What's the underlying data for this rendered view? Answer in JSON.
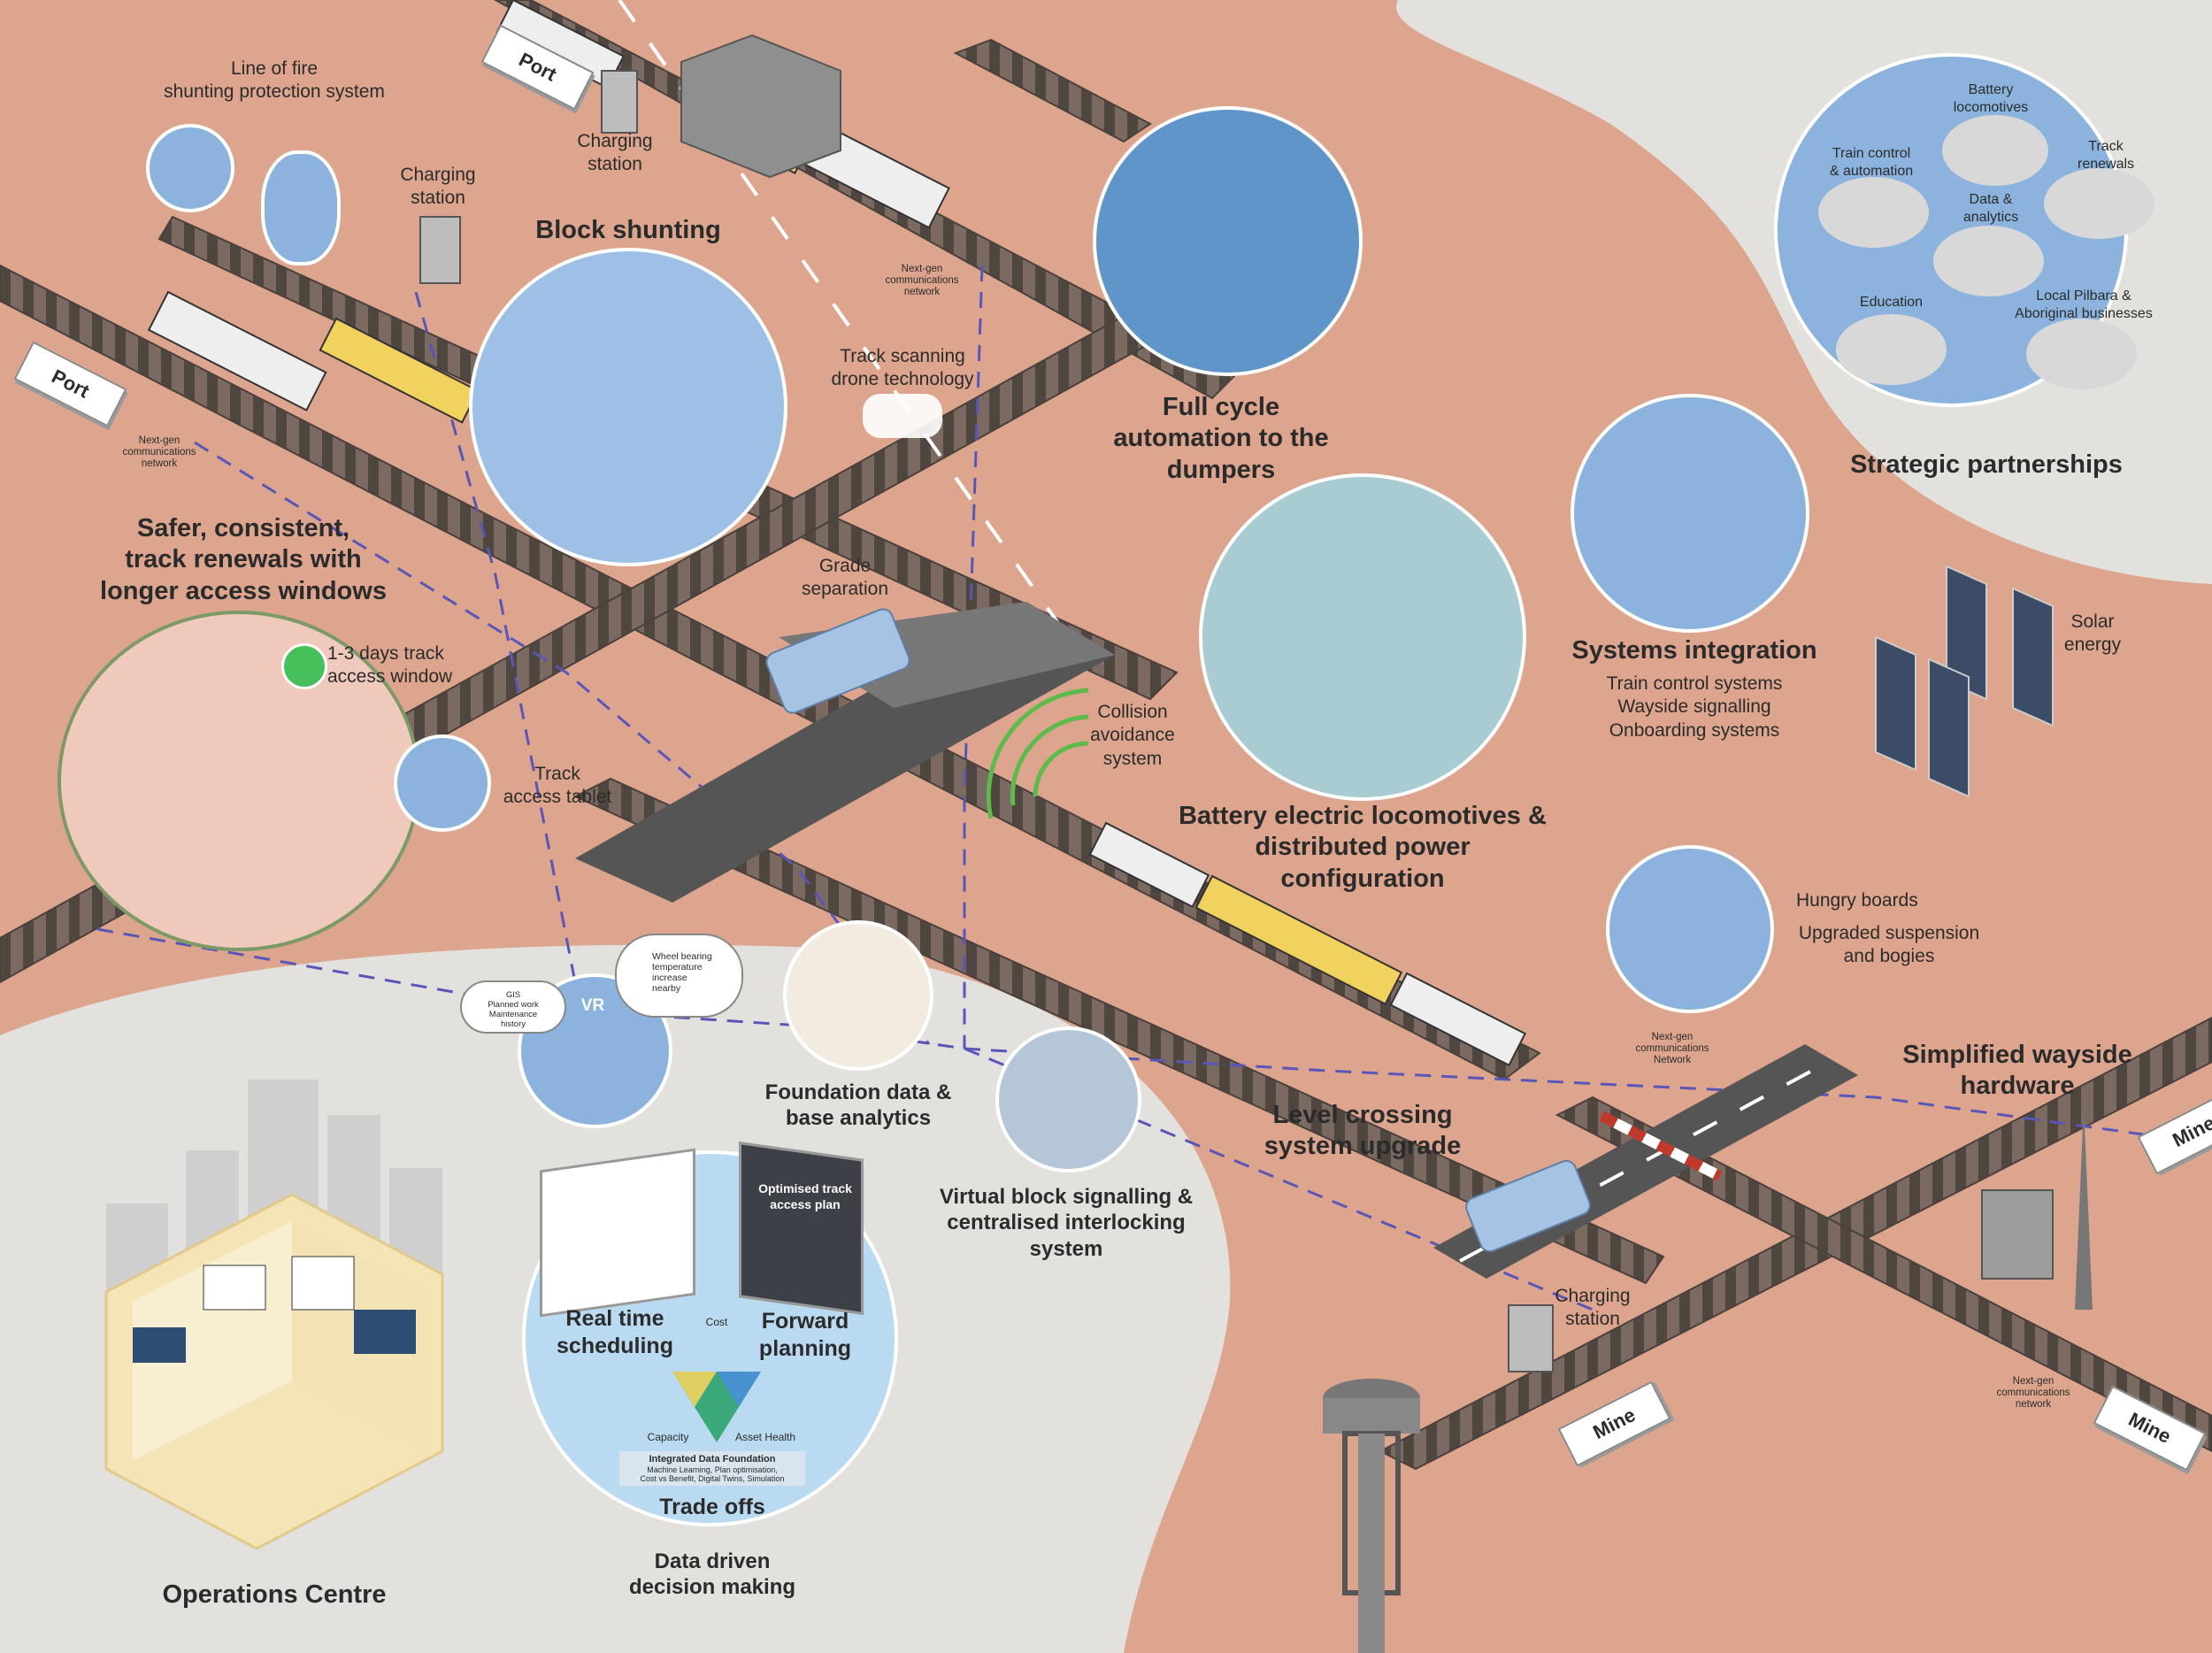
{
  "labels": {
    "line_of_fire": [
      "Line of fire",
      "shunting protection system"
    ],
    "charging_top": [
      "Charging",
      "station"
    ],
    "charging_left": [
      "Charging",
      "station"
    ],
    "charging_bottom": [
      "Charging",
      "station"
    ],
    "block_shunting": "Block shunting",
    "port_top": "Port",
    "port_left": "Port",
    "next_gen_left": [
      "Next-gen",
      "communications",
      "network"
    ],
    "next_gen_mid": [
      "Next-gen",
      "communications",
      "network"
    ],
    "next_gen_crossing": [
      "Next-gen",
      "communications",
      "Network"
    ],
    "next_gen_right": [
      "Next-gen",
      "communications",
      "network"
    ],
    "track_renewals": [
      "Safer, consistent,",
      "track renewals with",
      "longer access windows"
    ],
    "access_window": [
      "1-3 days track",
      "access window"
    ],
    "track_tablet": [
      "Track",
      "access tablet"
    ],
    "drone": [
      "Track scanning",
      "drone technology"
    ],
    "full_cycle": [
      "Full cycle",
      "automation to the",
      "dumpers"
    ],
    "grade_sep": [
      "Grade",
      "separation"
    ],
    "collision": [
      "Collision",
      "avoidance",
      "system"
    ],
    "battery": [
      "Battery electric locomotives &",
      "distributed power",
      "configuration"
    ],
    "systems_integration": "Systems integration",
    "systems_items": [
      "Train control systems",
      "Wayside signalling",
      "Onboarding systems"
    ],
    "strategic": "Strategic partnerships",
    "partners": {
      "battery_loco": [
        "Battery",
        "locomotives"
      ],
      "train_control": [
        "Train control",
        "& automation"
      ],
      "track_renewals": [
        "Track",
        "renewals"
      ],
      "data_analytics": [
        "Data &",
        "analytics"
      ],
      "education": "Education",
      "local": [
        "Local Pilbara &",
        "Aboriginal businesses"
      ]
    },
    "solar": [
      "Solar",
      "energy"
    ],
    "hungry": "Hungry boards",
    "suspension": [
      "Upgraded suspension",
      "and bogies"
    ],
    "simplified": [
      "Simplified wayside",
      "hardware"
    ],
    "level_crossing": [
      "Level crossing",
      "system upgrade"
    ],
    "vbs": [
      "Virtual block signalling &",
      "centralised interlocking",
      "system"
    ],
    "foundation": [
      "Foundation data &",
      "base analytics"
    ],
    "vr": "VR",
    "vr_bubble_right": [
      "Wheel bearing",
      "temperature",
      "increase",
      "nearby"
    ],
    "vr_bubble_left": [
      "GIS",
      "Planned work",
      "Maintenance",
      "history"
    ],
    "real_time": [
      "Real time",
      "scheduling"
    ],
    "forward": [
      "Forward",
      "planning"
    ],
    "optimised": [
      "Optimised track",
      "access plan"
    ],
    "cost": "Cost",
    "capacity": "Capacity",
    "asset_health": "Asset Health",
    "integrated_title": "Integrated Data Foundation",
    "integrated_items": [
      "Machine Learning, Plan optimisation,",
      "Cost vs Benefit, Digital Twins, Simulation"
    ],
    "trade_offs": "Trade offs",
    "data_driven": [
      "Data driven",
      "decision making"
    ],
    "operations": "Operations Centre",
    "mine_right": "Mine",
    "mine_bottom": "Mine",
    "mine_br": "Mine"
  },
  "colors": {
    "ground": "#dda58d",
    "grey_zone": "#e2e1dd",
    "bubble_blue": "#8bb3dd",
    "network_dash": "#5a55b8",
    "collision_green": "#5dbb4c",
    "track": "#6f625c",
    "ore_yellow": "#f2d25e"
  }
}
